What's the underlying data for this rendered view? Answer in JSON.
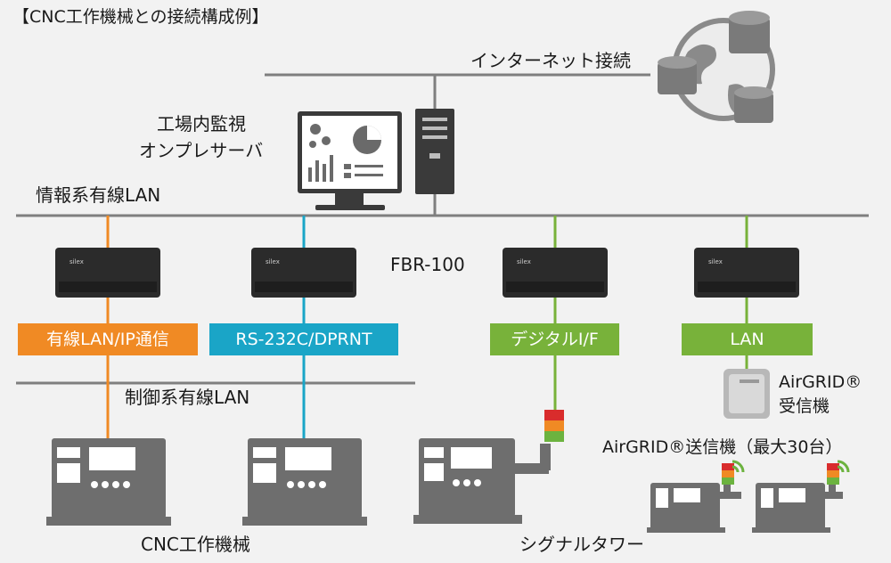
{
  "title": "【CNC工作機械との接続構成例】",
  "internet_label": "インターネット接続",
  "server_label_line1": "工場内監視",
  "server_label_line2": "オンプレサーバ",
  "info_lan_label": "情報系有線LAN",
  "device_model": "FBR-100",
  "device_brand": "silex",
  "connections": [
    {
      "label": "有線LAN/IP通信",
      "color": "#f08a24"
    },
    {
      "label": "RS-232C/DPRNT",
      "color": "#1aa5c7"
    },
    {
      "label": "デジタルI/F",
      "color": "#78b23a"
    },
    {
      "label": "LAN",
      "color": "#78b23a"
    }
  ],
  "control_lan_label": "制御系有線LAN",
  "cnc_label": "CNC工作機械",
  "signal_tower_label": "シグナルタワー",
  "airgrid_receiver_line1": "AirGRID®",
  "airgrid_receiver_line2": "受信機",
  "airgrid_sender_label": "AirGRID®送信機（最大30台）",
  "colors": {
    "line": "#7f7f7f",
    "machine": "#6e6e6e",
    "device": "#2b2b2b",
    "lamp_red": "#d92c2c",
    "lamp_orange": "#f08a24",
    "lamp_green": "#6cb33f"
  }
}
